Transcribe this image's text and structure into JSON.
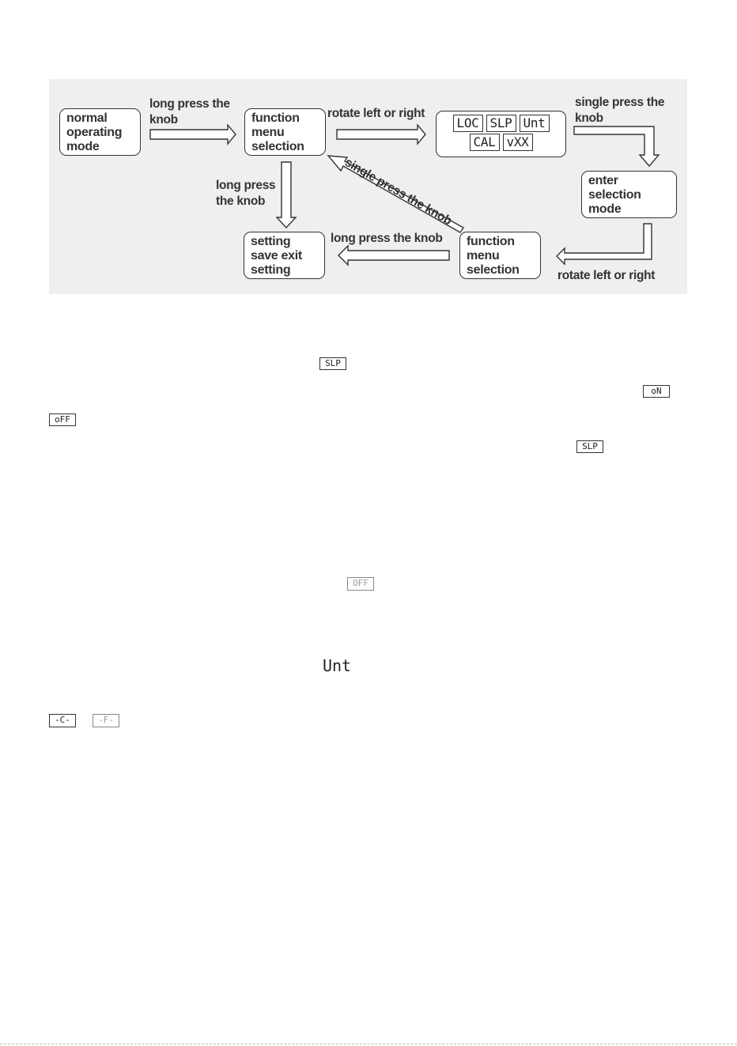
{
  "flow": {
    "nodes": {
      "normal": "normal operating mode",
      "function_menu_top": "function menu selection",
      "enter_selection": "enter selection mode",
      "function_menu_bottom": "function menu selection",
      "setting_save": "setting save exit setting"
    },
    "display_codes": [
      "LOC",
      "SLP",
      "Unt",
      "CAL",
      "vXX"
    ],
    "labels": {
      "long_press_knob_1": "long press the knob",
      "rotate_1": "rotate left or right",
      "single_press_1": "single press the knob",
      "long_press_knob_2": "long press the knob",
      "single_press_diag": "single press the knob",
      "long_press_knob_3": "long press the knob",
      "rotate_2": "rotate left or right"
    }
  },
  "inline_icons": {
    "slp_1": "SLP",
    "on": "oN",
    "off_1": "oFF",
    "slp_2": "SLP",
    "off_2": "OFF",
    "unt": "Unt",
    "celsius": "-C-",
    "fahrenheit": "-F-"
  },
  "colors": {
    "diagram_background": "#efefef",
    "outline": "#333333"
  }
}
